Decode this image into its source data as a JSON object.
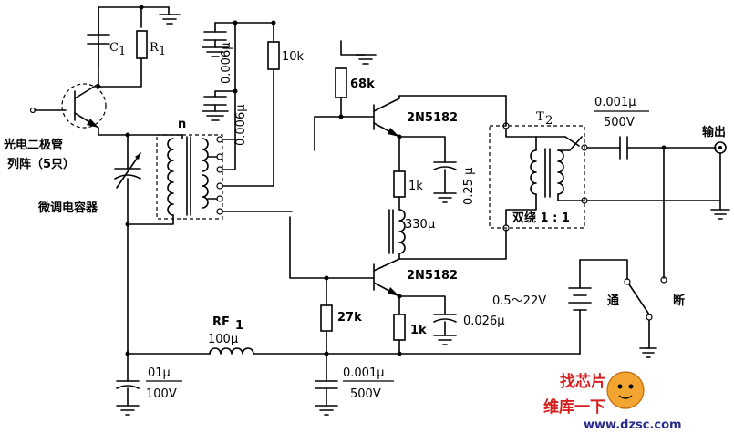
{
  "labels": {
    "c1": "C",
    "c1_sub": "1",
    "r1": "R",
    "r1_sub": "1",
    "photodiode_line1": "光电二极管",
    "photodiode_line2": "列阵（5只）",
    "trimmer": "微调电容器",
    "n": "n",
    "cap_top": "0.006μ",
    "cap_mid": "0.006μ",
    "res_10k": "10k",
    "res_68k": "68k",
    "q1": "2N5182",
    "q2": "2N5182",
    "res_1k_top": "1k",
    "cap_025": "0.25 μ",
    "ind_330": "330μ",
    "t2": "T",
    "t2_sub": "2",
    "bifilar": "双绕 1 : 1",
    "cap_out_value": "0.001μ",
    "cap_out_voltage": "500V",
    "output": "输出",
    "res_27k": "27k",
    "res_1k_bottom": "1k",
    "cap_026": "0.026μ",
    "supply": "0.5～22V",
    "switch_on": "通",
    "switch_off": "断",
    "rf_name": "RF",
    "rf_sub": "1",
    "rf_value": "100μ",
    "cap_left_value": "01μ",
    "cap_left_voltage": "100V",
    "cap_mid_value": "0.001μ",
    "cap_mid_voltage": "500V"
  },
  "watermark": {
    "brand": "维库一下",
    "url": "www.dzsc.com",
    "tagline": "找芯片",
    "color_brand": "#d41f1f",
    "color_url": "#2b2b8c"
  }
}
